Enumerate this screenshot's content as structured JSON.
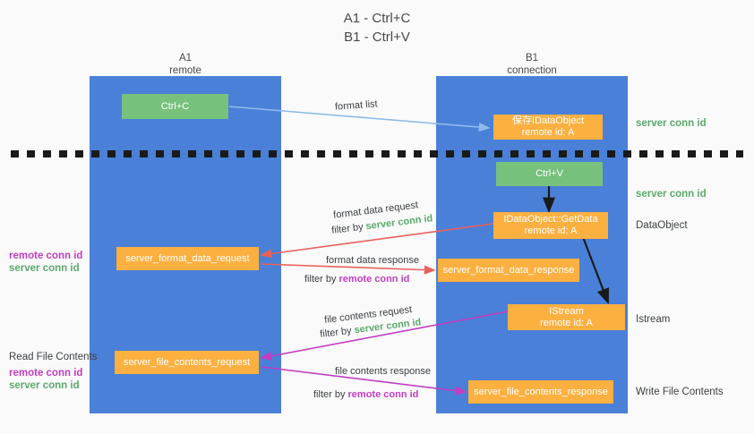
{
  "title": {
    "line1": "A1 - Ctrl+C",
    "line2": "B1 - Ctrl+V"
  },
  "colors": {
    "lane": "#4a80d8",
    "green_box": "#77c17c",
    "orange_box": "#fbb040",
    "server_conn_id": "#5aa96a",
    "remote_conn_id": "#c13ec1",
    "arrow_light_blue": "#8fbce8",
    "arrow_red": "#e8615a",
    "arrow_magenta": "#c13ec1",
    "arrow_black": "#1a1a1a",
    "background": "#fafafa"
  },
  "columns": [
    {
      "name": "A1",
      "sub": "remote"
    },
    {
      "name": "B1",
      "sub": "connection"
    }
  ],
  "boxes": [
    {
      "id": "ctrl_c",
      "label": "Ctrl+C",
      "sub": "",
      "style": "green"
    },
    {
      "id": "save_idataobject",
      "label": "保存IDataObject",
      "sub": "remote id: A",
      "style": "orange"
    },
    {
      "id": "ctrl_v",
      "label": "Ctrl+V",
      "sub": "",
      "style": "green"
    },
    {
      "id": "getdata",
      "label": "IDataObject::GetData",
      "sub": "remote id: A",
      "style": "orange"
    },
    {
      "id": "fmt_req",
      "label": "server_format_data_request",
      "sub": "",
      "style": "orange"
    },
    {
      "id": "fmt_res",
      "label": "server_format_data_response",
      "sub": "",
      "style": "orange"
    },
    {
      "id": "istream",
      "label": "IStream",
      "sub": "remote id: A",
      "style": "orange"
    },
    {
      "id": "file_req",
      "label": "server_file_contents_request",
      "sub": "",
      "style": "orange"
    },
    {
      "id": "file_res",
      "label": "server_file_contents_response",
      "sub": "",
      "style": "orange"
    }
  ],
  "right_notes": [
    {
      "id": "rn1",
      "text": "server conn id",
      "kind": "green"
    },
    {
      "id": "rn2",
      "text": "server conn id",
      "kind": "green"
    },
    {
      "id": "rn3",
      "text": "DataObject",
      "kind": "dark"
    },
    {
      "id": "rn4",
      "text": "Istream",
      "kind": "dark"
    },
    {
      "id": "rn5",
      "text": "Write File Contents",
      "kind": "dark"
    }
  ],
  "left_notes": [
    {
      "id": "ln1",
      "text": "remote conn id",
      "kind": "magenta"
    },
    {
      "id": "ln2",
      "text": "server conn id",
      "kind": "green"
    },
    {
      "id": "ln3",
      "text": "Read File Contents",
      "kind": "dark"
    },
    {
      "id": "ln4",
      "text": "remote conn id",
      "kind": "magenta"
    },
    {
      "id": "ln5",
      "text": "server conn id",
      "kind": "green"
    }
  ],
  "edge_labels": {
    "format_list": "format list",
    "format_data_request": "format data request",
    "format_data_request_filter_pre": "filter by ",
    "format_data_request_filter_key": "server conn id",
    "format_data_response": "format data response",
    "format_data_response_filter_pre": "filter by ",
    "format_data_response_filter_key": "remote conn id",
    "file_contents_request": "file contents request",
    "file_contents_request_filter_pre": "filter by ",
    "file_contents_request_filter_key": "server conn id",
    "file_contents_response": "file contents response",
    "file_contents_response_filter_pre": "filter by ",
    "file_contents_response_filter_key": "remote conn id"
  }
}
